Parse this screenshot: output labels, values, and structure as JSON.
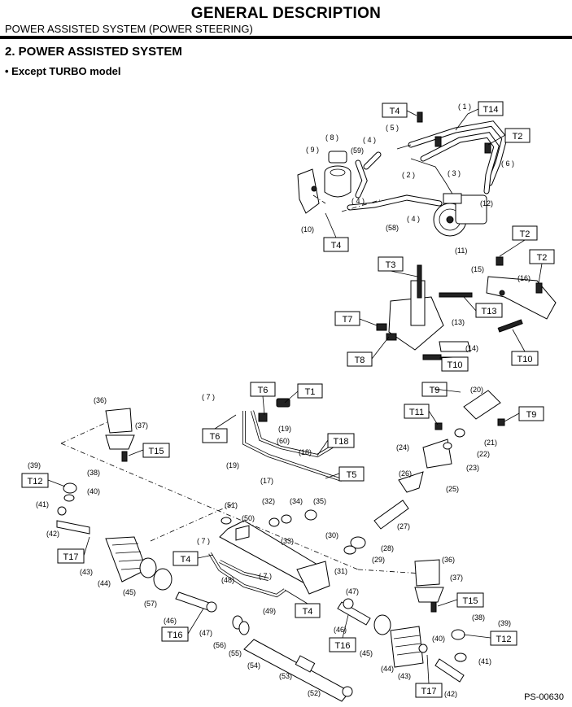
{
  "header": {
    "title": "GENERAL DESCRIPTION",
    "subtitle": "POWER ASSISTED SYSTEM (POWER STEERING)"
  },
  "section": {
    "title": "2.  POWER ASSISTED SYSTEM",
    "subtitle": "• Except TURBO model"
  },
  "diagram": {
    "code": "PS-00630",
    "torque_labels": [
      "T4",
      "T14",
      "T2",
      "T4",
      "T2",
      "T3",
      "T2",
      "T13",
      "T7",
      "T10",
      "T8",
      "T10",
      "T6",
      "T1",
      "T9",
      "T11",
      "T9",
      "T6",
      "T18",
      "T15",
      "T5",
      "T12",
      "T17",
      "T4",
      "T4",
      "T15",
      "T16",
      "T12",
      "T16",
      "T17"
    ],
    "part_labels": [
      "( 1 )",
      "( 5 )",
      "( 8 )",
      "( 9 )",
      "( 4 )",
      "(59)",
      "( 2 )",
      "( 3 )",
      "( 6 )",
      "( 4 )",
      "(12)",
      "(10)",
      "( 4 )",
      "(58)",
      "(11)",
      "(15)",
      "(16)",
      "(13)",
      "(14)",
      "( 7 )",
      "(19)",
      "(20)",
      "(36)",
      "(60)",
      "(18)",
      "(21)",
      "(37)",
      "(22)",
      "(24)",
      "(23)",
      "(19)",
      "(17)",
      "(39)",
      "(38)",
      "(26)",
      "(40)",
      "(25)",
      "(41)",
      "(51)",
      "(32)",
      "(34)",
      "(35)",
      "(27)",
      "(50)",
      "(42)",
      "(33)",
      "(30)",
      "(28)",
      "( 7 )",
      "(29)",
      "(31)",
      "(36)",
      "(43)",
      "(44)",
      "( 7 )",
      "(37)",
      "(45)",
      "(57)",
      "(48)",
      "(47)",
      "(49)",
      "(46)",
      "(38)",
      "(39)",
      "(47)",
      "(56)",
      "(55)",
      "(40)",
      "(46)",
      "(45)",
      "(41)",
      "(54)",
      "(44)",
      "(43)",
      "(53)",
      "(42)",
      "(52)"
    ]
  }
}
